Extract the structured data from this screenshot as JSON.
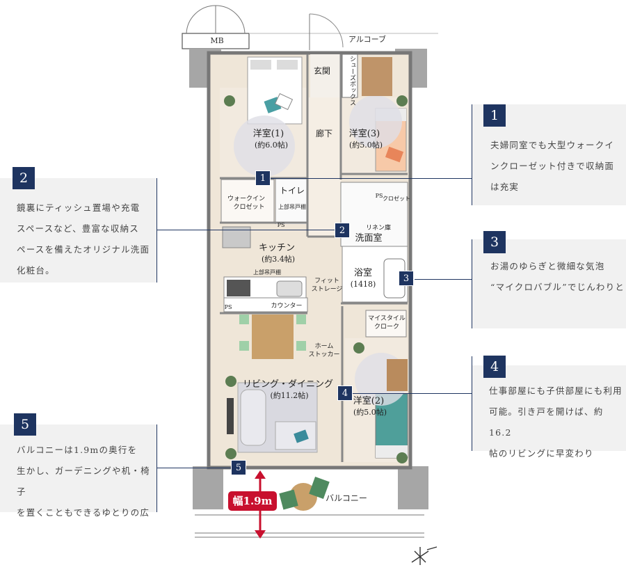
{
  "plan": {
    "labels": {
      "mb": "MB",
      "alcove": "アルコーブ",
      "genkan": "玄関",
      "shoes_box": "シューズボックス",
      "corridor": "廊下",
      "yoshitsu1": "洋室(1)",
      "yoshitsu1_size": "(約6.0帖)",
      "yoshitsu3": "洋室(3)",
      "yoshitsu3_size": "(約5.0帖)",
      "toilet": "トイレ",
      "upper_shelf_toilet": "上部吊戸棚",
      "walkin_closet": "ウォークイン",
      "walkin_closet2": "クロゼット",
      "closet": "クロゼット",
      "ps": "PS",
      "linen": "リネン庫",
      "senmenshitsu": "洗面室",
      "kitchen": "キッチン",
      "kitchen_size": "(約3.4帖)",
      "upper_shelf_kitchen": "上部吊戸棚",
      "fit_storage": "フィット",
      "fit_storage2": "ストレージ",
      "bath": "浴室",
      "bath_size": "(1418)",
      "counter": "カウンター",
      "mystyle": "マイスタイル",
      "mystyle2": "クローク",
      "home_stocker": "ホーム",
      "home_stocker2": "ストッカー",
      "living": "リビング・ダイニング",
      "living_size": "(約11.2帖)",
      "yoshitsu2": "洋室(2)",
      "yoshitsu2_size": "(約5.0帖)",
      "balcony": "バルコニー",
      "balcony_width": "幅1.9m"
    },
    "markers": [
      "1",
      "2",
      "3",
      "4",
      "5"
    ]
  },
  "callouts": [
    {
      "number": "1",
      "lines": [
        "夫婦同室でも大型ウォークイ",
        "ンクローゼット付きで収納面",
        "は充実"
      ]
    },
    {
      "number": "2",
      "lines": [
        "鏡裏にティッシュ置場や充電",
        "スペースなど、豊富な収納ス",
        "ペースを備えたオリジナル洗面",
        "化粧台。"
      ]
    },
    {
      "number": "3",
      "lines": [
        "お湯のゆらぎと微細な気泡",
        "“マイクロバブル”でじんわりと"
      ]
    },
    {
      "number": "4",
      "lines": [
        "仕事部屋にも子供部屋にも利用",
        "可能。引き戸を開けば、約16.2",
        "帖のリビングに早変わり"
      ]
    },
    {
      "number": "5",
      "lines": [
        "バルコニーは1.9mの奥行を",
        "生かし、ガーデニングや机・椅子",
        "を置くこともできるゆとりの広"
      ]
    }
  ],
  "colors": {
    "navy": "#1e3460",
    "floor": "#efe6d8",
    "wall": "#a6a6a6",
    "accent_red": "#c8102e"
  }
}
